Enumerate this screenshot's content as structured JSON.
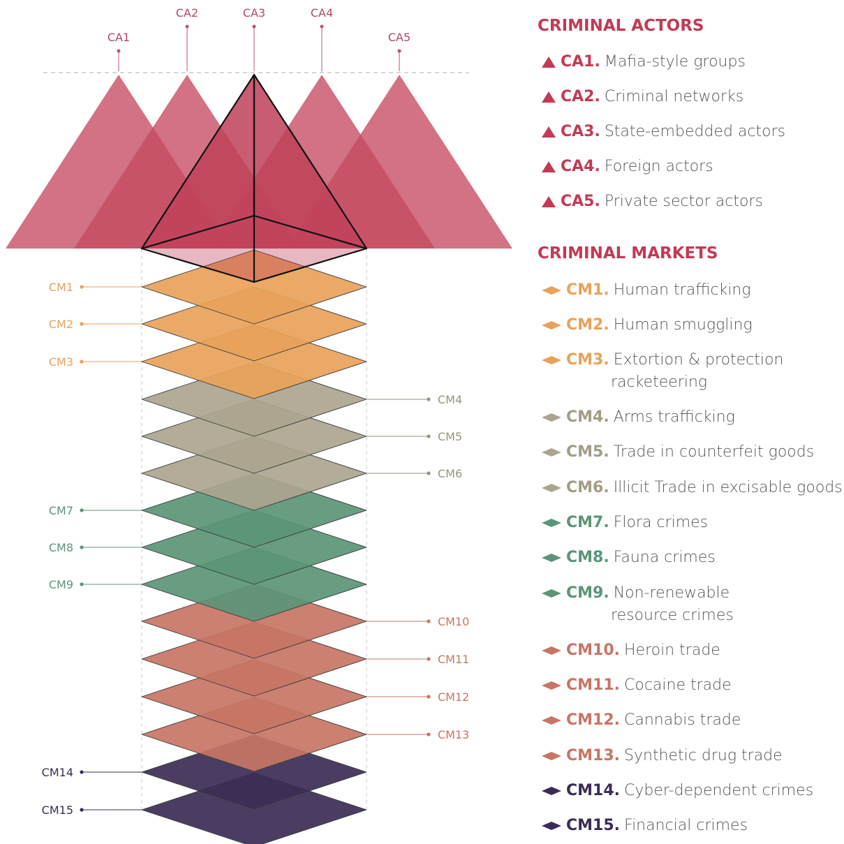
{
  "actors_title": "CRIMINAL ACTORS",
  "markets_title": "CRIMINAL MARKETS",
  "colors": {
    "actor": "#c23a54",
    "actor_fill": "#c54a62",
    "orange": "#e8a25a",
    "gray": "#aba58f",
    "green": "#5b9577",
    "salmon": "#c77565",
    "purple": "#3c2c55"
  },
  "actors": [
    {
      "code": "CA1",
      "label": "CA1.",
      "desc": "Mafia-style groups"
    },
    {
      "code": "CA2",
      "label": "CA2.",
      "desc": "Criminal networks"
    },
    {
      "code": "CA3",
      "label": "CA3.",
      "desc": "State-embedded actors"
    },
    {
      "code": "CA4",
      "label": "CA4.",
      "desc": "Foreign actors"
    },
    {
      "code": "CA5",
      "label": "CA5.",
      "desc": "Private sector actors"
    }
  ],
  "markets": [
    {
      "code": "CM1",
      "label": "CM1.",
      "desc": "Human trafficking",
      "group": "orange"
    },
    {
      "code": "CM2",
      "label": "CM2.",
      "desc": "Human smuggling",
      "group": "orange"
    },
    {
      "code": "CM3",
      "label": "CM3.",
      "desc": "Extortion & protection",
      "desc2": "racketeering",
      "group": "orange"
    },
    {
      "code": "CM4",
      "label": "CM4.",
      "desc": "Arms trafficking",
      "group": "gray"
    },
    {
      "code": "CM5",
      "label": "CM5.",
      "desc": "Trade in counterfeit goods",
      "group": "gray"
    },
    {
      "code": "CM6",
      "label": "CM6.",
      "desc": "Illicit Trade in excisable goods",
      "group": "gray"
    },
    {
      "code": "CM7",
      "label": "CM7.",
      "desc": "Flora crimes",
      "group": "green"
    },
    {
      "code": "CM8",
      "label": "CM8.",
      "desc": "Fauna crimes",
      "group": "green"
    },
    {
      "code": "CM9",
      "label": "CM9.",
      "desc": "Non-renewable",
      "desc2": "resource crimes",
      "group": "green"
    },
    {
      "code": "CM10",
      "label": "CM10.",
      "desc": "Heroin trade",
      "group": "salmon"
    },
    {
      "code": "CM11",
      "label": "CM11.",
      "desc": "Cocaine trade",
      "group": "salmon"
    },
    {
      "code": "CM12",
      "label": "CM12.",
      "desc": "Cannabis trade",
      "group": "salmon"
    },
    {
      "code": "CM13",
      "label": "CM13.",
      "desc": "Synthetic drug trade",
      "group": "salmon"
    },
    {
      "code": "CM14",
      "label": "CM14.",
      "desc": "Cyber-dependent crimes",
      "group": "purple"
    },
    {
      "code": "CM15",
      "label": "CM15.",
      "desc": "Financial crimes",
      "group": "purple"
    }
  ]
}
